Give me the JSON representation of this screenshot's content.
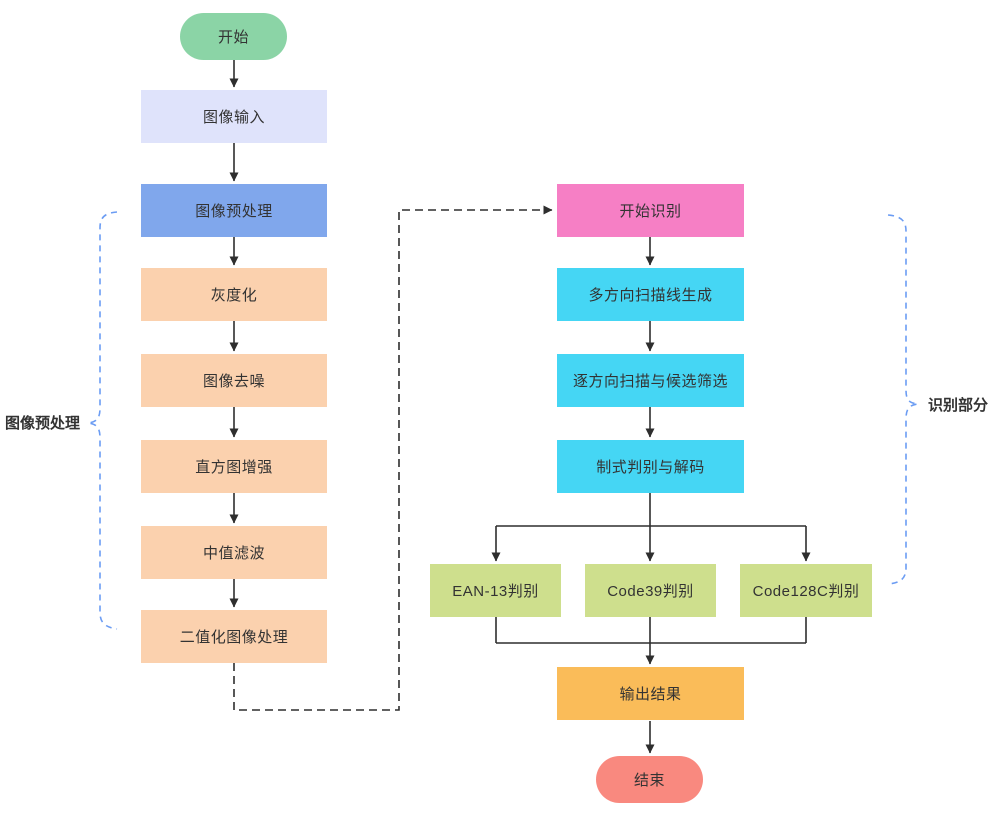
{
  "diagram": {
    "type": "flowchart",
    "line_color": "#2e2e2e",
    "bracket_color": "#6b9cf3",
    "text_color": "#333333",
    "groups": {
      "left": {
        "label": "图像预处理"
      },
      "right": {
        "label": "识别部分"
      }
    },
    "nodes": {
      "start": {
        "label": "开始",
        "shape": "pill",
        "color": "#8bd4a6"
      },
      "image_input": {
        "label": "图像输入",
        "shape": "rect",
        "color": "#dfe3fb"
      },
      "image_preprocess": {
        "label": "图像预处理",
        "shape": "rect",
        "color": "#80a7ec"
      },
      "grayscale": {
        "label": "灰度化",
        "shape": "rect",
        "color": "#fbd1ae"
      },
      "denoise": {
        "label": "图像去噪",
        "shape": "rect",
        "color": "#fbd1ae"
      },
      "histogram_enhance": {
        "label": "直方图增强",
        "shape": "rect",
        "color": "#fbd1ae"
      },
      "median_filter": {
        "label": "中值滤波",
        "shape": "rect",
        "color": "#fbd1ae"
      },
      "binarization": {
        "label": "二值化图像处理",
        "shape": "rect",
        "color": "#fbd1ae"
      },
      "start_recognition": {
        "label": "开始识别",
        "shape": "rect",
        "color": "#f67fc5"
      },
      "scanline_generation": {
        "label": "多方向扫描线生成",
        "shape": "rect",
        "color": "#45d6f4"
      },
      "scan_candidate_filter": {
        "label": "逐方向扫描与候选筛选",
        "shape": "rect",
        "color": "#45d6f4"
      },
      "format_decode": {
        "label": "制式判别与解码",
        "shape": "rect",
        "color": "#45d6f4"
      },
      "ean13": {
        "label": "EAN-13判别",
        "shape": "rect",
        "color": "#cedf8d"
      },
      "code39": {
        "label": "Code39判别",
        "shape": "rect",
        "color": "#cedf8d"
      },
      "code128c": {
        "label": "Code128C判别",
        "shape": "rect",
        "color": "#cedf8d"
      },
      "output_result": {
        "label": "输出结果",
        "shape": "rect",
        "color": "#fabc59"
      },
      "end": {
        "label": "结束",
        "shape": "pill",
        "color": "#f9897f"
      }
    },
    "edges": [
      {
        "from": "start",
        "to": "image_input",
        "style": "solid-arrow"
      },
      {
        "from": "image_input",
        "to": "image_preprocess",
        "style": "solid-arrow"
      },
      {
        "from": "image_preprocess",
        "to": "grayscale",
        "style": "solid-arrow"
      },
      {
        "from": "grayscale",
        "to": "denoise",
        "style": "solid-arrow"
      },
      {
        "from": "denoise",
        "to": "histogram_enhance",
        "style": "solid-arrow"
      },
      {
        "from": "histogram_enhance",
        "to": "median_filter",
        "style": "solid-arrow"
      },
      {
        "from": "median_filter",
        "to": "binarization",
        "style": "solid-arrow"
      },
      {
        "from": "binarization",
        "to": "start_recognition",
        "style": "dashed-arrow"
      },
      {
        "from": "start_recognition",
        "to": "scanline_generation",
        "style": "solid-arrow"
      },
      {
        "from": "scanline_generation",
        "to": "scan_candidate_filter",
        "style": "solid-arrow"
      },
      {
        "from": "scan_candidate_filter",
        "to": "format_decode",
        "style": "solid-arrow"
      },
      {
        "from": "format_decode",
        "to": "ean13",
        "style": "solid-arrow"
      },
      {
        "from": "format_decode",
        "to": "code39",
        "style": "solid-arrow"
      },
      {
        "from": "format_decode",
        "to": "code128c",
        "style": "solid-arrow"
      },
      {
        "from": "ean13",
        "to": "output_result",
        "style": "solid-arrow"
      },
      {
        "from": "code39",
        "to": "output_result",
        "style": "solid-arrow"
      },
      {
        "from": "code128c",
        "to": "output_result",
        "style": "solid-arrow"
      },
      {
        "from": "output_result",
        "to": "end",
        "style": "solid-arrow"
      }
    ]
  }
}
